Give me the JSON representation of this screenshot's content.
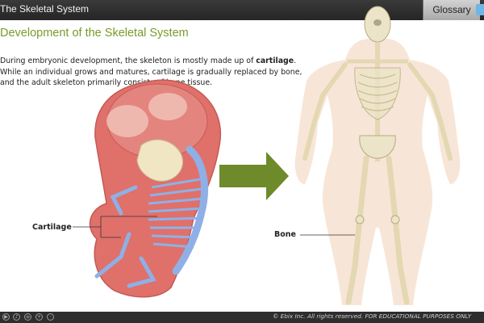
{
  "header": {
    "title": "The Skeletal System",
    "glossary_label": "Glossary"
  },
  "content": {
    "heading": "Development of the Skeletal System",
    "intro_before": "During embryonic development, the skeleton is mostly made up of ",
    "intro_bold": "cartilage",
    "intro_after": ". While an individual grows and matures, cartilage is gradually replaced by bone, and the adult skeleton primarily consists of bone tissue."
  },
  "figure": {
    "cartilage_label": "Cartilage",
    "bone_label": "Bone"
  },
  "footer": {
    "copyright": "© Ebix Inc. All rights reserved. FOR EDUCATIONAL PURPOSES ONLY"
  },
  "colors": {
    "heading": "#7a9a2a",
    "arrow": "#6e8a2a",
    "header_bg": "#2b2b2b",
    "embryo": "#e0706a",
    "cartilage": "#8fb0e6",
    "bone": "#e9e3c8"
  }
}
